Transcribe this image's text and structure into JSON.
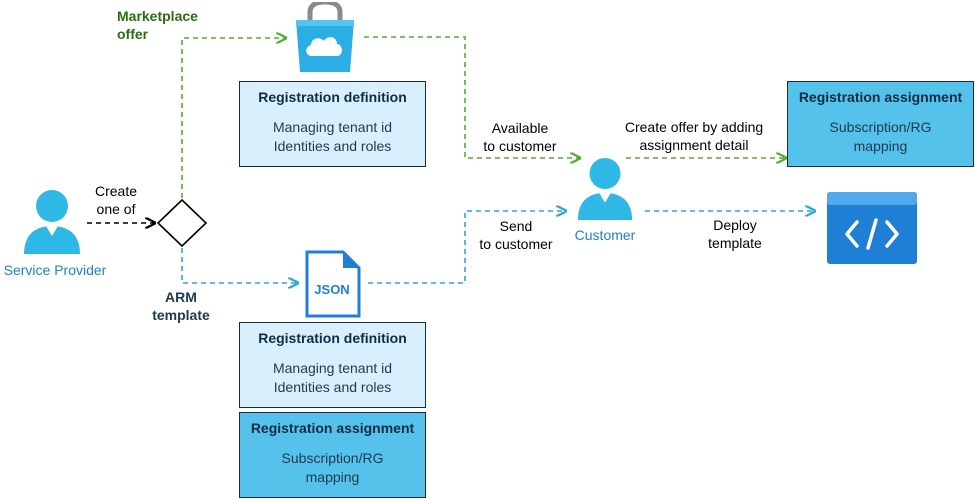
{
  "labels": {
    "marketplace_offer": [
      "Marketplace",
      "offer"
    ],
    "arm_template": [
      "ARM",
      "template"
    ],
    "create_one_of": [
      "Create",
      "one of"
    ],
    "available_to_customer": [
      "Available",
      "to customer"
    ],
    "send_to_customer": [
      "Send",
      "to customer"
    ],
    "create_offer": [
      "Create offer by adding",
      "assignment detail"
    ],
    "deploy_template": [
      "Deploy",
      "template"
    ],
    "service_provider": "Service Provider",
    "customer": "Customer"
  },
  "boxes": {
    "top_definition": {
      "title": "Registration definition",
      "lines": [
        "Managing tenant id",
        "Identities and roles"
      ]
    },
    "bottom_definition": {
      "title": "Registration definition",
      "lines": [
        "Managing tenant id",
        "Identities and roles"
      ]
    },
    "bottom_assignment": {
      "title": "Registration assignment",
      "lines": [
        "Subscription/RG",
        "mapping"
      ]
    },
    "right_assignment": {
      "title": "Registration assignment",
      "lines": [
        "Subscription/RG",
        "mapping"
      ]
    }
  },
  "icons": {
    "json_file_text": "JSON",
    "marketplace": "shopping-bag-cloud-icon",
    "json_file": "json-file-icon",
    "deploy": "code-window-icon",
    "person": "person-icon"
  },
  "colors": {
    "green_arrow": "#4fae2e",
    "blue_arrow": "#2aa6d8",
    "black_arrow": "#000000",
    "box_light": "#d7f0fb",
    "box_strong": "#55c2ec",
    "person": "#2fb7e6",
    "code_window": "#1e7fd4"
  }
}
